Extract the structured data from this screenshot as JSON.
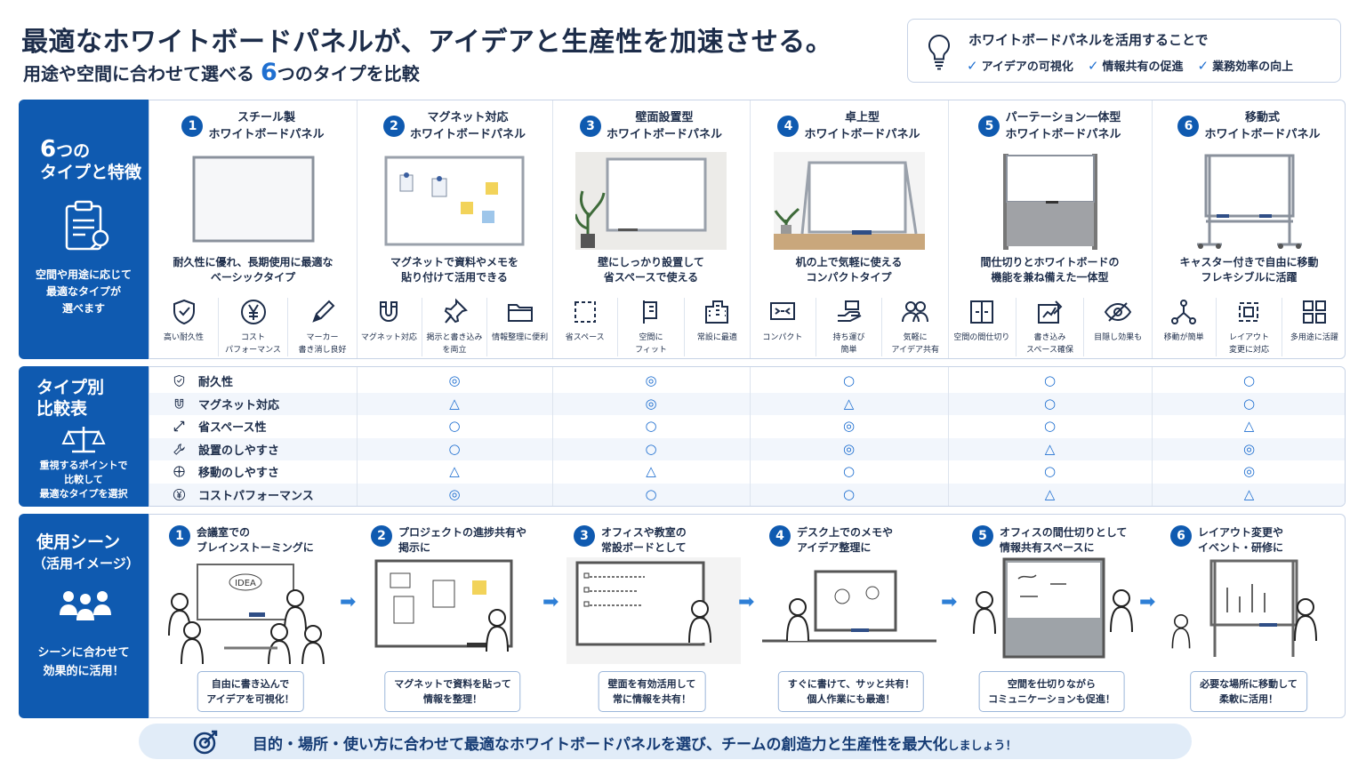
{
  "header": {
    "title": "最適なホワイトボードパネルが、アイデアと生産性を加速させる。",
    "sub_pre": "用途や空間に合わせて選べる",
    "sub_num": "6",
    "sub_post": "つのタイプを比較"
  },
  "benefit": {
    "title": "ホワイトボードパネルを活用することで",
    "items": [
      "アイデアの可視化",
      "情報共有の促進",
      "業務効率の向上"
    ]
  },
  "types_block": {
    "title_num": "6",
    "title_l1": "つの",
    "title_l2": "タイプと特徴",
    "desc": [
      "空間や用途に応じて",
      "最適なタイプが",
      "選べます"
    ]
  },
  "types": [
    {
      "num": "1",
      "name": [
        "スチール製",
        "ホワイトボードパネル"
      ],
      "desc": [
        "耐久性に優れ、長期使用に最適な",
        "ベーシックタイプ"
      ],
      "features": [
        {
          "icon": "shield-icon",
          "label": [
            "高い耐久性"
          ]
        },
        {
          "icon": "yen-icon",
          "label": [
            "コスト",
            "パフォーマンス"
          ]
        },
        {
          "icon": "marker-icon",
          "label": [
            "マーカー",
            "書き消し良好"
          ]
        }
      ]
    },
    {
      "num": "2",
      "name": [
        "マグネット対応",
        "ホワイトボードパネル"
      ],
      "desc": [
        "マグネットで資料やメモを",
        "貼り付けて活用できる"
      ],
      "features": [
        {
          "icon": "magnet-icon",
          "label": [
            "マグネット対応"
          ]
        },
        {
          "icon": "pin-icon",
          "label": [
            "掲示と書き込み",
            "を両立"
          ]
        },
        {
          "icon": "folder-icon",
          "label": [
            "情報整理に便利"
          ]
        }
      ]
    },
    {
      "num": "3",
      "name": [
        "壁面設置型",
        "ホワイトボードパネル"
      ],
      "desc": [
        "壁にしっかり設置して",
        "省スペースで使える"
      ],
      "features": [
        {
          "icon": "dashed-square-icon",
          "label": [
            "省スペース"
          ]
        },
        {
          "icon": "wall-icon",
          "label": [
            "空間に",
            "フィット"
          ]
        },
        {
          "icon": "building-icon",
          "label": [
            "常設に最適"
          ]
        }
      ]
    },
    {
      "num": "4",
      "name": [
        "卓上型",
        "ホワイトボードパネル"
      ],
      "desc": [
        "机の上で気軽に使える",
        "コンパクトタイプ"
      ],
      "features": [
        {
          "icon": "compact-icon",
          "label": [
            "コンパクト"
          ]
        },
        {
          "icon": "hand-icon",
          "label": [
            "持ち運び",
            "簡単"
          ]
        },
        {
          "icon": "people-icon",
          "label": [
            "気軽に",
            "アイデア共有"
          ]
        }
      ]
    },
    {
      "num": "5",
      "name": [
        "パーテーション一体型",
        "ホワイトボードパネル"
      ],
      "desc": [
        "間仕切りとホワイトボードの",
        "機能を兼ね備えた一体型"
      ],
      "features": [
        {
          "icon": "partition-icon",
          "label": [
            "空間の間仕切り"
          ]
        },
        {
          "icon": "write-icon",
          "label": [
            "書き込み",
            "スペース確保"
          ]
        },
        {
          "icon": "eye-icon",
          "label": [
            "目隠し効果も"
          ]
        }
      ]
    },
    {
      "num": "6",
      "name": [
        "移動式",
        "ホワイトボードパネル"
      ],
      "desc": [
        "キャスター付きで自由に移動",
        "フレキシブルに活躍"
      ],
      "features": [
        {
          "icon": "move-icon",
          "label": [
            "移動が簡単"
          ]
        },
        {
          "icon": "layout-icon",
          "label": [
            "レイアウト",
            "変更に対応"
          ]
        },
        {
          "icon": "grid-icon",
          "label": [
            "多用途に活躍"
          ]
        }
      ]
    }
  ],
  "compare_block": {
    "title": [
      "タイプ別",
      "比較表"
    ],
    "desc": [
      "重視するポイントで",
      "比較して",
      "最適なタイプを選択"
    ]
  },
  "compare": [
    {
      "icon": "shield-icon",
      "label": "耐久性",
      "values": [
        "◎",
        "◎",
        "○",
        "○",
        "○"
      ]
    },
    {
      "icon": "magnet-icon",
      "label": "マグネット対応",
      "values": [
        "△",
        "◎",
        "△",
        "○",
        "○"
      ]
    },
    {
      "icon": "resize-icon",
      "label": "省スペース性",
      "values": [
        "○",
        "○",
        "◎",
        "○",
        "△"
      ]
    },
    {
      "icon": "wrench-icon",
      "label": "設置のしやすさ",
      "values": [
        "○",
        "○",
        "◎",
        "△",
        "◎"
      ]
    },
    {
      "icon": "wheel-icon",
      "label": "移動のしやすさ",
      "values": [
        "△",
        "△",
        "○",
        "○",
        "◎"
      ]
    },
    {
      "icon": "yen-icon",
      "label": "コストパフォーマンス",
      "values": [
        "◎",
        "○",
        "○",
        "△",
        "△"
      ]
    }
  ],
  "scene_block": {
    "title": [
      "使用シーン",
      "（活用イメージ）"
    ],
    "desc": [
      "シーンに合わせて",
      "効果的に活用！"
    ]
  },
  "scenes": [
    {
      "num": "1",
      "name": [
        "会議室での",
        "ブレインストーミングに"
      ],
      "caption": [
        "自由に書き込んで",
        "アイデアを可視化！"
      ],
      "board_text": "IDEA"
    },
    {
      "num": "2",
      "name": [
        "プロジェクトの進捗共有や",
        "掲示に"
      ],
      "caption": [
        "マグネットで資料を貼って",
        "情報を整理！"
      ]
    },
    {
      "num": "3",
      "name": [
        "オフィスや教室の",
        "常設ボードとして"
      ],
      "caption": [
        "壁面を有効活用して",
        "常に情報を共有！"
      ]
    },
    {
      "num": "4",
      "name": [
        "デスク上でのメモや",
        "アイデア整理に"
      ],
      "caption": [
        "すぐに書けて、サッと共有！",
        "個人作業にも最適！"
      ]
    },
    {
      "num": "5",
      "name": [
        "オフィスの間仕切りとして",
        "情報共有スペースに"
      ],
      "caption": [
        "空間を仕切りながら",
        "コミュニケーションも促進！"
      ]
    },
    {
      "num": "6",
      "name": [
        "レイアウト変更や",
        "イベント・研修に"
      ],
      "caption": [
        "必要な場所に移動して",
        "柔軟に活用！"
      ]
    }
  ],
  "footer": {
    "text": "目的・場所・使い方に合わせて最適なホワイトボードパネルを選び、チームの創造力と生産性を最大化",
    "tail": "しましょう！"
  },
  "colors": {
    "brand": "#0f5ab0",
    "accent": "#1f6fd0",
    "text": "#1d2d4a"
  }
}
